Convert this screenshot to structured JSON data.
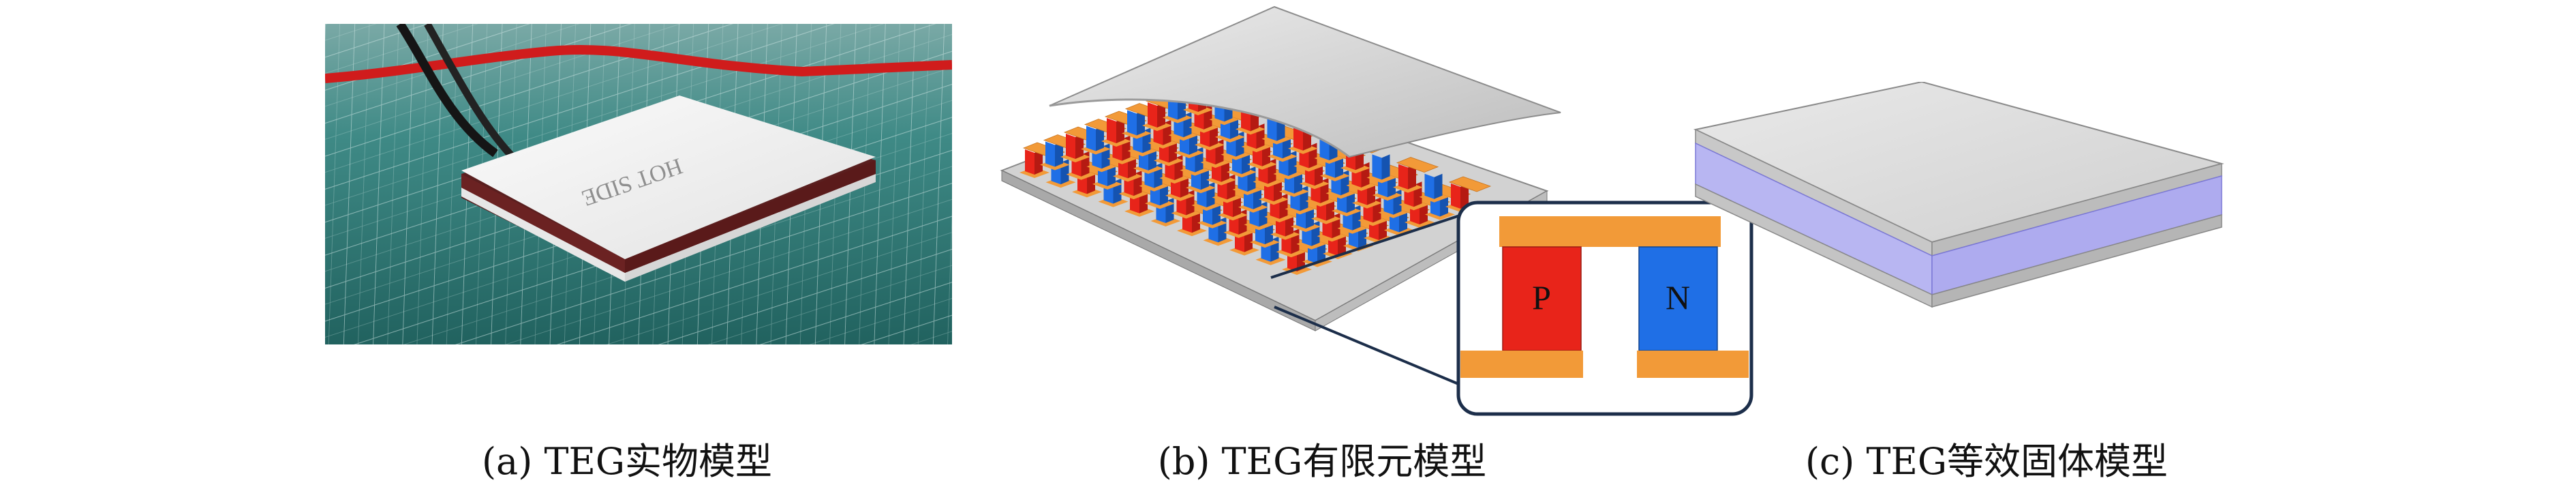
{
  "panels": {
    "a": {
      "caption": "(a) TEG实物模型",
      "module_text": "HOT SIDE"
    },
    "b": {
      "caption": "(b) TEG有限元模型",
      "p_label": "P",
      "n_label": "N"
    },
    "c": {
      "caption": "(c) TEG等效固体模型"
    }
  },
  "colors": {
    "p_leg": "#e8241a",
    "n_leg": "#1f6fe6",
    "electrode": "#f29a38",
    "substrate": "#c9c9c9",
    "inset_border": "#1c2e4a",
    "equiv_band": "#b8b6f2",
    "cutting_mat": "#2f7f7c"
  },
  "icons": [
    "teg-photo",
    "teg-fem-model",
    "pn-junction-inset",
    "equivalent-solid-block"
  ]
}
